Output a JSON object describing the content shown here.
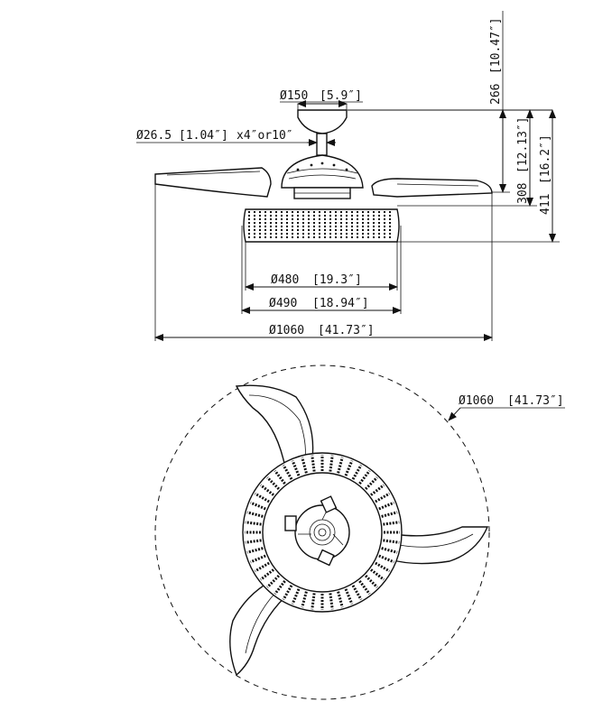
{
  "side_view": {
    "canopy_diameter": "Ø150",
    "canopy_diameter_in": "[5.9″]",
    "downrod": "Ø26.5",
    "downrod_in": "[1.04″]",
    "downrod_length": "x4″or10″",
    "shade_inner_diameter": "Ø480",
    "shade_inner_diameter_in": "[19.3″]",
    "shade_outer_diameter": "Ø490",
    "shade_outer_diameter_in": "[18.94″]",
    "span_diameter": "Ø1060",
    "span_diameter_in": "[41.73″]",
    "height_ceiling_blade": "266",
    "height_ceiling_blade_in": "[10.47″]",
    "height_ceiling_blade_bottom": "308",
    "height_ceiling_blade_bottom_in": "[12.13″]",
    "height_total": "411",
    "height_total_in": "[16.2″]"
  },
  "top_view": {
    "span_diameter": "Ø1060",
    "span_diameter_in": "[41.73″]"
  }
}
